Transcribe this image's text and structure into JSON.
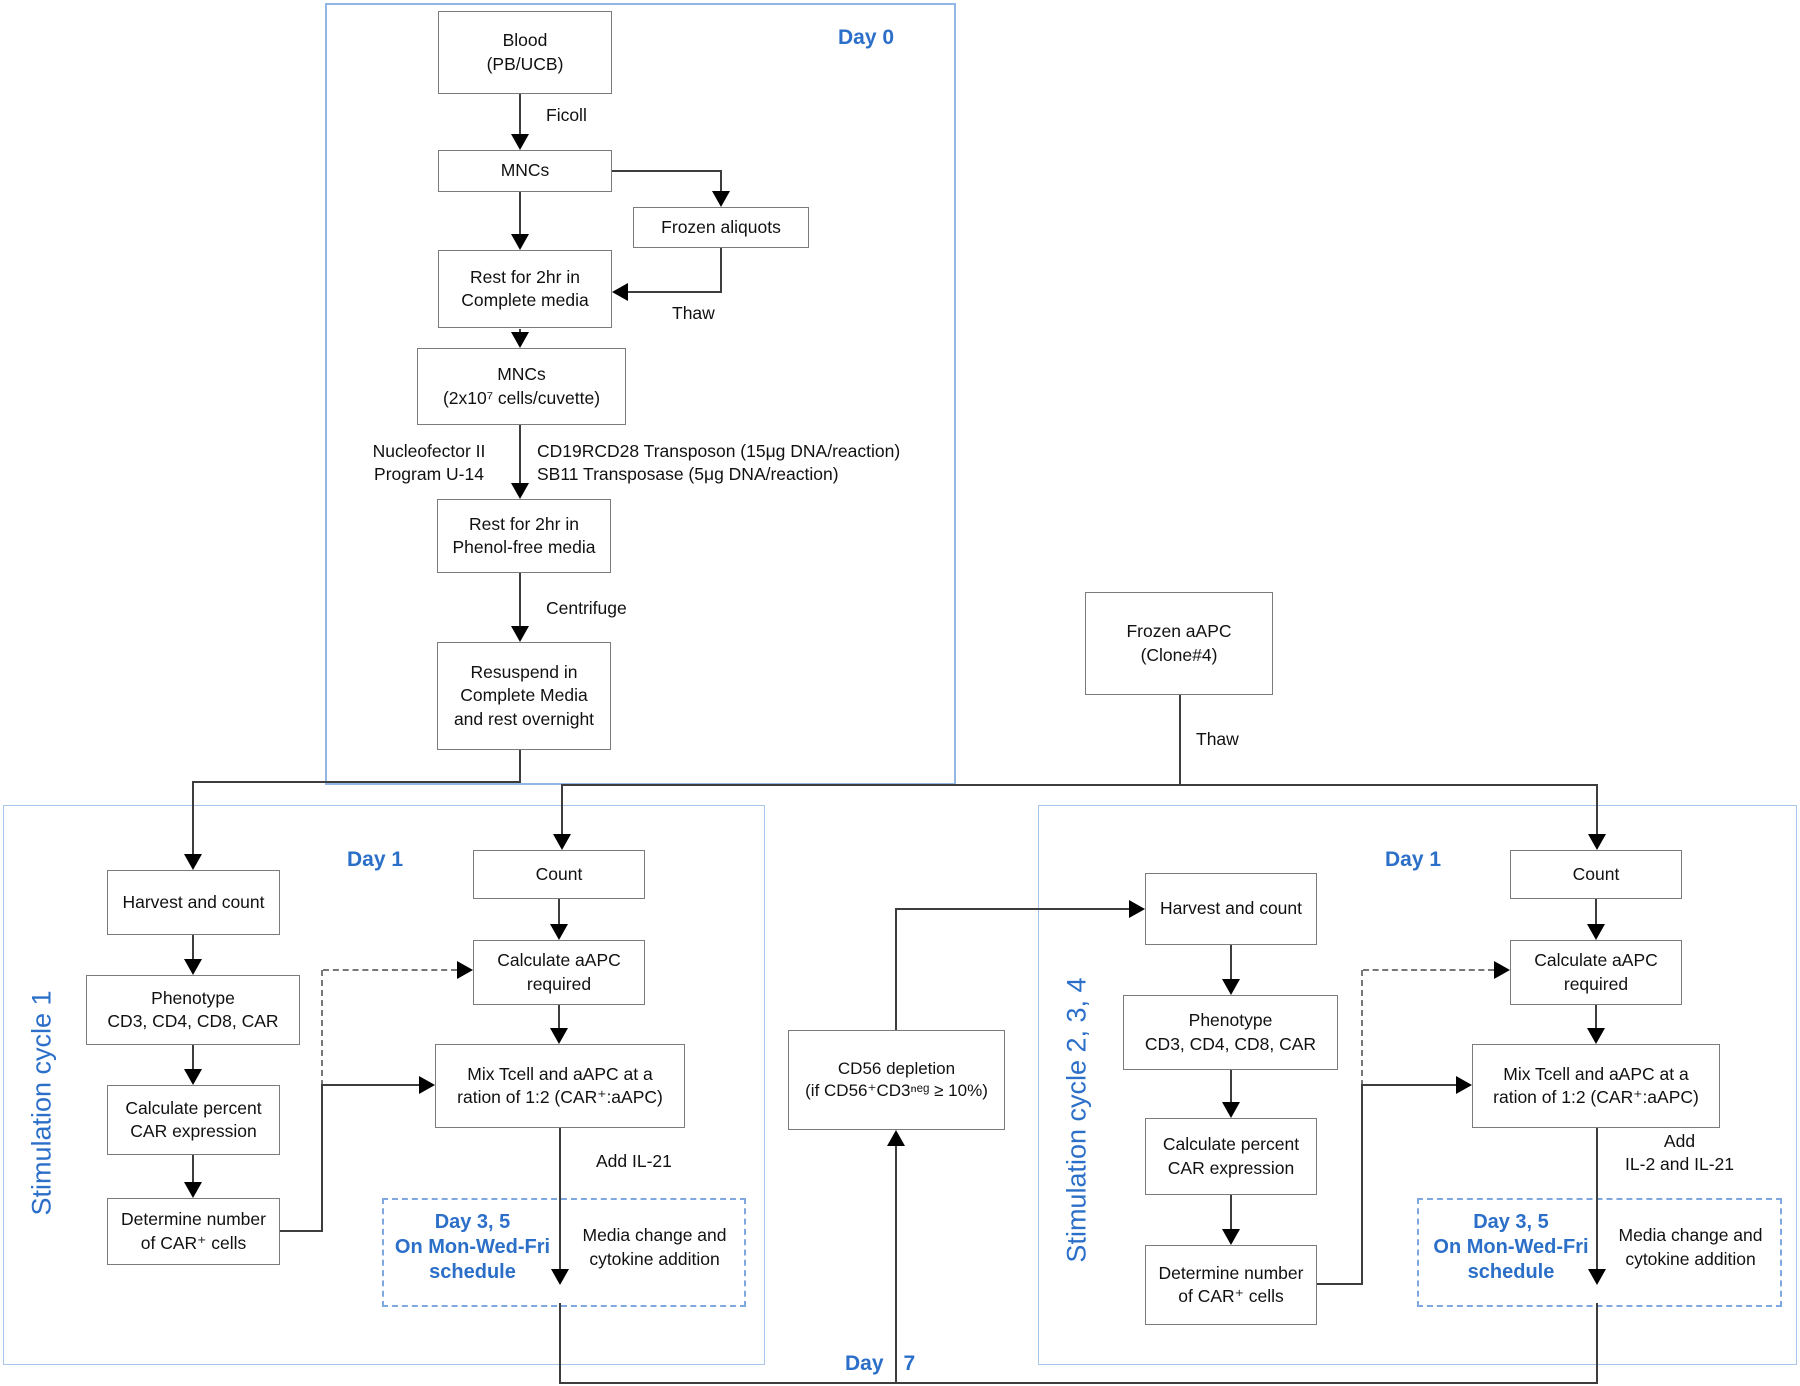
{
  "colors": {
    "blue_text": "#2b6fc9",
    "day0_border": "#93b7e4",
    "cycle_border": "#a9c7ea",
    "dashed_border": "#7fa8e0",
    "box_border": "#7b7b7b",
    "line": "#3d3d3d"
  },
  "day0": {
    "label": "Day 0",
    "blood": "Blood\n(PB/UCB)",
    "ficoll": "Ficoll",
    "mncs": "MNCs",
    "frozen_aliquots": "Frozen aliquots",
    "thaw": "Thaw",
    "rest_complete": "Rest for 2hr in\nComplete media",
    "mncs_cuvette": "MNCs\n(2x10⁷ cells/cuvette)",
    "nucleofector": "Nucleofector II\nProgram U-14",
    "transposon": "CD19RCD28 Transposon (15μg DNA/reaction)\nSB11 Transposase (5μg DNA/reaction)",
    "rest_phenol": "Rest for 2hr in\nPhenol-free media",
    "centrifuge": "Centrifuge",
    "resuspend": "Resuspend in\nComplete Media\nand rest overnight"
  },
  "aapc": {
    "box": "Frozen aAPC\n(Clone#4)",
    "thaw": "Thaw"
  },
  "cycle1": {
    "title": "Stimulation cycle 1",
    "day1": "Day 1",
    "harvest": "Harvest and count",
    "phenotype": "Phenotype\nCD3, CD4, CD8, CAR",
    "calc_percent": "Calculate percent\nCAR expression",
    "determine": "Determine number\nof CAR⁺ cells",
    "count": "Count",
    "calc_aapc": "Calculate aAPC\nrequired",
    "mix": "Mix Tcell and aAPC at a\nration of 1:2 (CAR⁺:aAPC)",
    "add_cytokine": "Add IL-21",
    "day35": "Day 3, 5\nOn Mon-Wed-Fri\nschedule",
    "media_change": "Media change and\ncytokine addition"
  },
  "cd56": {
    "box": "CD56 depletion\n(if CD56⁺CD3ⁿᵉᵍ ≥ 10%)"
  },
  "day7": {
    "word": "Day",
    "num": "7"
  },
  "cycle234": {
    "title": "Stimulation cycle 2, 3, 4",
    "day1": "Day 1",
    "harvest": "Harvest and count",
    "phenotype": "Phenotype\nCD3, CD4, CD8, CAR",
    "calc_percent": "Calculate percent\nCAR expression",
    "determine": "Determine number\nof CAR⁺ cells",
    "count": "Count",
    "calc_aapc": "Calculate aAPC\nrequired",
    "mix": "Mix Tcell and aAPC at a\nration of 1:2 (CAR⁺:aAPC)",
    "add_cytokine": "Add\nIL-2 and IL-21",
    "day35": "Day 3, 5\nOn Mon-Wed-Fri\nschedule",
    "media_change": "Media change and\ncytokine addition"
  }
}
